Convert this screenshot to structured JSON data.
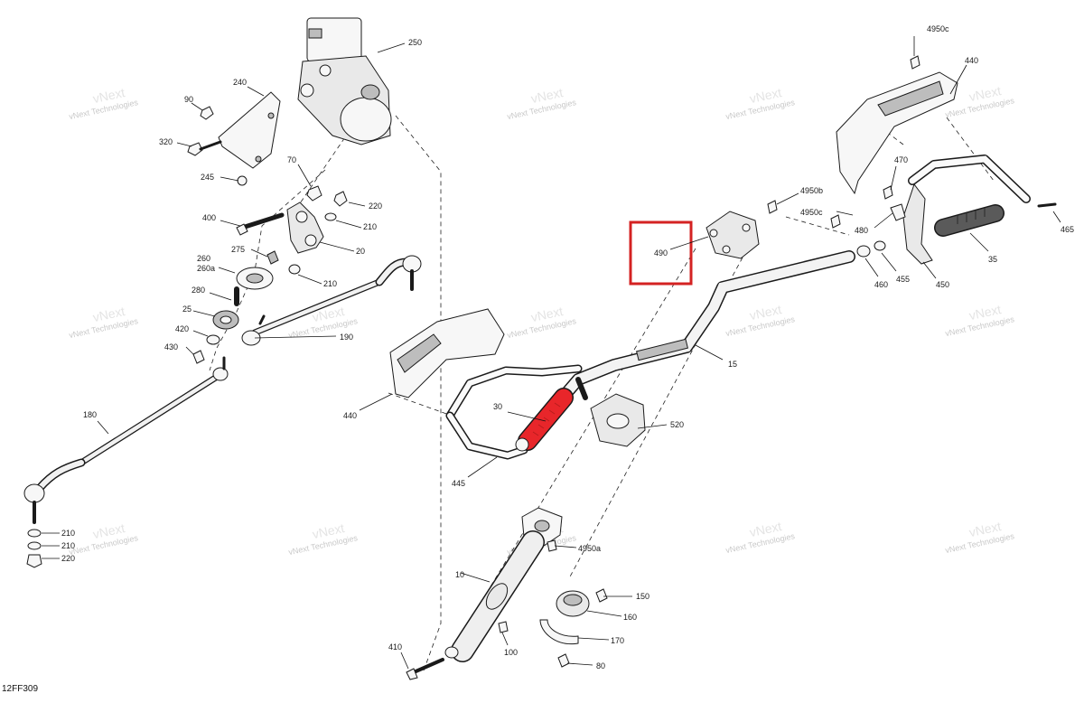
{
  "diagram_code": "12FF309",
  "watermark": {
    "line1": "vNext",
    "line2": "Technologies",
    "full": "vNext Technologies"
  },
  "callouts": {
    "c250": "250",
    "c240": "240",
    "c90": "90",
    "c320": "320",
    "c245": "245",
    "c70": "70",
    "c220a": "220",
    "c210a": "210",
    "c400": "400",
    "c20": "20",
    "c275": "275",
    "c260": "260",
    "c260a": "260a",
    "c210b": "210",
    "c280": "280",
    "c25": "25",
    "c420": "420",
    "c430": "430",
    "c190": "190",
    "c180": "180",
    "c210c": "210",
    "c210d": "210",
    "c220b": "220",
    "c440l": "440",
    "c30": "30",
    "c445": "445",
    "c490": "490",
    "c15": "15",
    "c520": "520",
    "c4950a": "4950a",
    "c10": "10",
    "c150": "150",
    "c160": "160",
    "c170": "170",
    "c80": "80",
    "c100": "100",
    "c410": "410",
    "c4950c_top": "4950c",
    "c440r": "440",
    "c4950b": "4950b",
    "c4950c_mid": "4950c",
    "c470": "470",
    "c480": "480",
    "c465": "465",
    "c35": "35",
    "c460": "460",
    "c455": "455",
    "c450": "450"
  },
  "highlight": {
    "color": "#d42222",
    "part": "490"
  },
  "colors": {
    "ink": "#1a1a1a",
    "grip_highlight": "#e8262a",
    "watermark": "#c9c9c9"
  }
}
